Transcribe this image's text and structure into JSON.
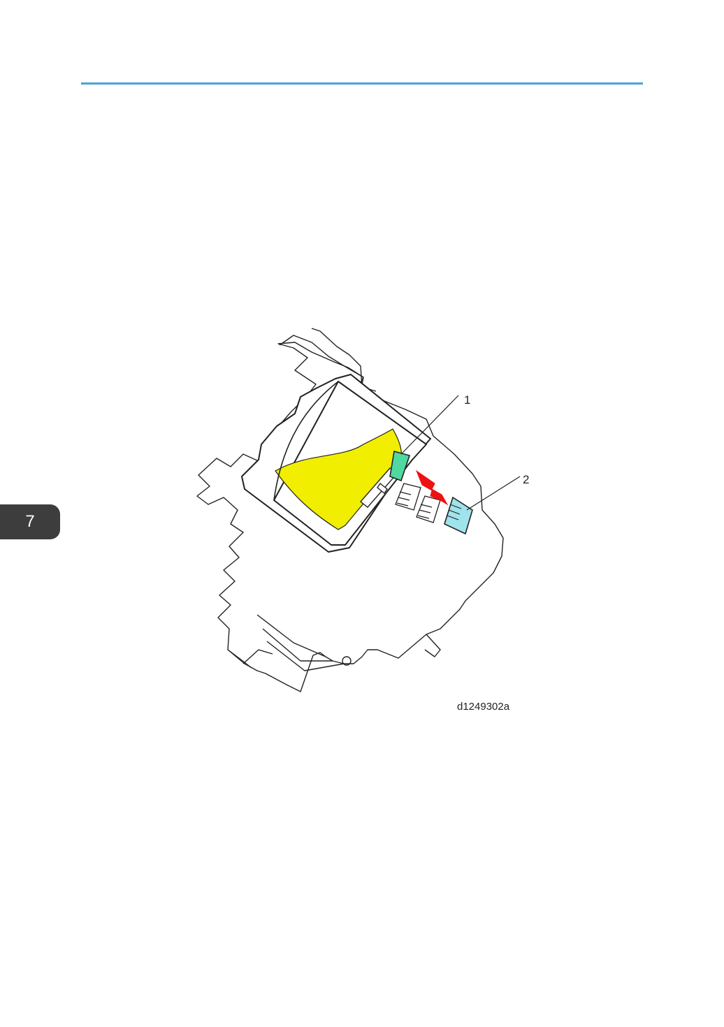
{
  "chapter": {
    "number": "7",
    "color": "#3d3d3d"
  },
  "header": {
    "rule_color": "#4aa3d8"
  },
  "figure": {
    "callouts": [
      {
        "label": "1",
        "part_color": "#4fd8a0"
      },
      {
        "label": "2",
        "part_color": "#9fe3ec"
      }
    ],
    "highlight_color": "#f2ee00",
    "arrow_color": "#ee1111",
    "figure_id": "d1249302a"
  }
}
